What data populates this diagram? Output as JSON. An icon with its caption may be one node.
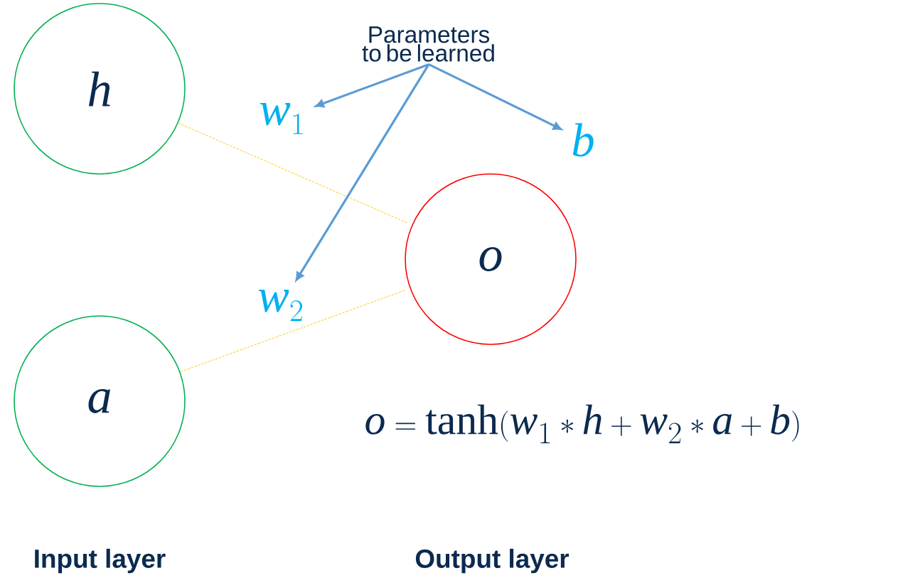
{
  "diagram": {
    "nodes": [
      {
        "text": [
          "h"
        ]
      },
      {
        "text": [
          "a"
        ]
      },
      {
        "text": [
          "o"
        ]
      },
      {
        "text": [
          "Parameters to be learned"
        ]
      },
      {
        "text": [
          "w_1"
        ]
      },
      {
        "text": [
          "w_2"
        ]
      },
      {
        "text": [
          "b"
        ]
      }
    ],
    "edges": [
      {
        "from": 0,
        "to": 2,
        "arrow": "none",
        "style": "dashed",
        "color": "#ffc000"
      },
      {
        "from": 1,
        "to": 2,
        "arrow": "none",
        "style": "dashed",
        "color": "#ffc000"
      },
      {
        "from": 3,
        "to": 4,
        "arrow": "to",
        "color": "#5b9bd5"
      },
      {
        "from": 3,
        "to": 5,
        "arrow": "to",
        "color": "#5b9bd5"
      },
      {
        "from": 3,
        "to": 6,
        "arrow": "to",
        "color": "#5b9bd5"
      }
    ],
    "labels": [
      "o = \\tanh(w_1 * h + w_2 * a + b)",
      "Input layer",
      "Output layer"
    ]
  }
}
